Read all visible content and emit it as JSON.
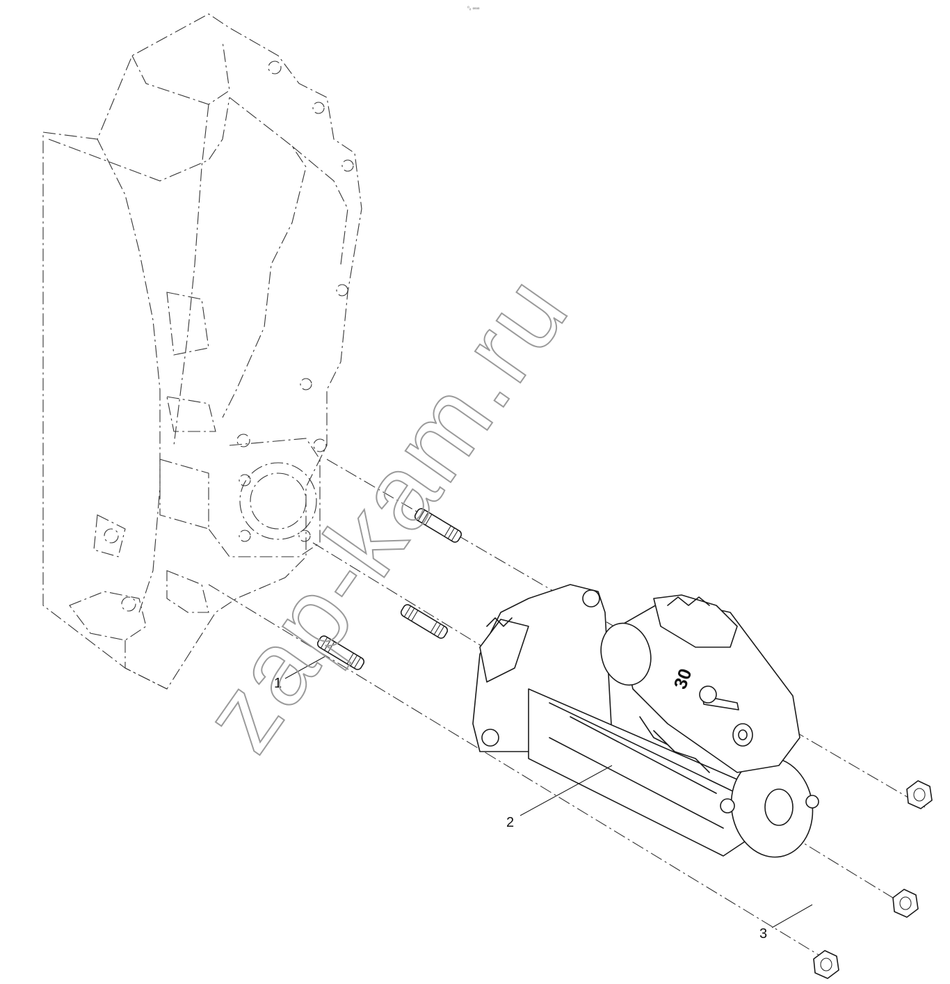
{
  "header_mark": "⁰ₒ ∞∞",
  "watermark": "zap-kam.ru",
  "stamped_label": "30",
  "callouts": [
    {
      "id": "1",
      "label": "1"
    },
    {
      "id": "2",
      "label": "2"
    },
    {
      "id": "3",
      "label": "3"
    }
  ]
}
